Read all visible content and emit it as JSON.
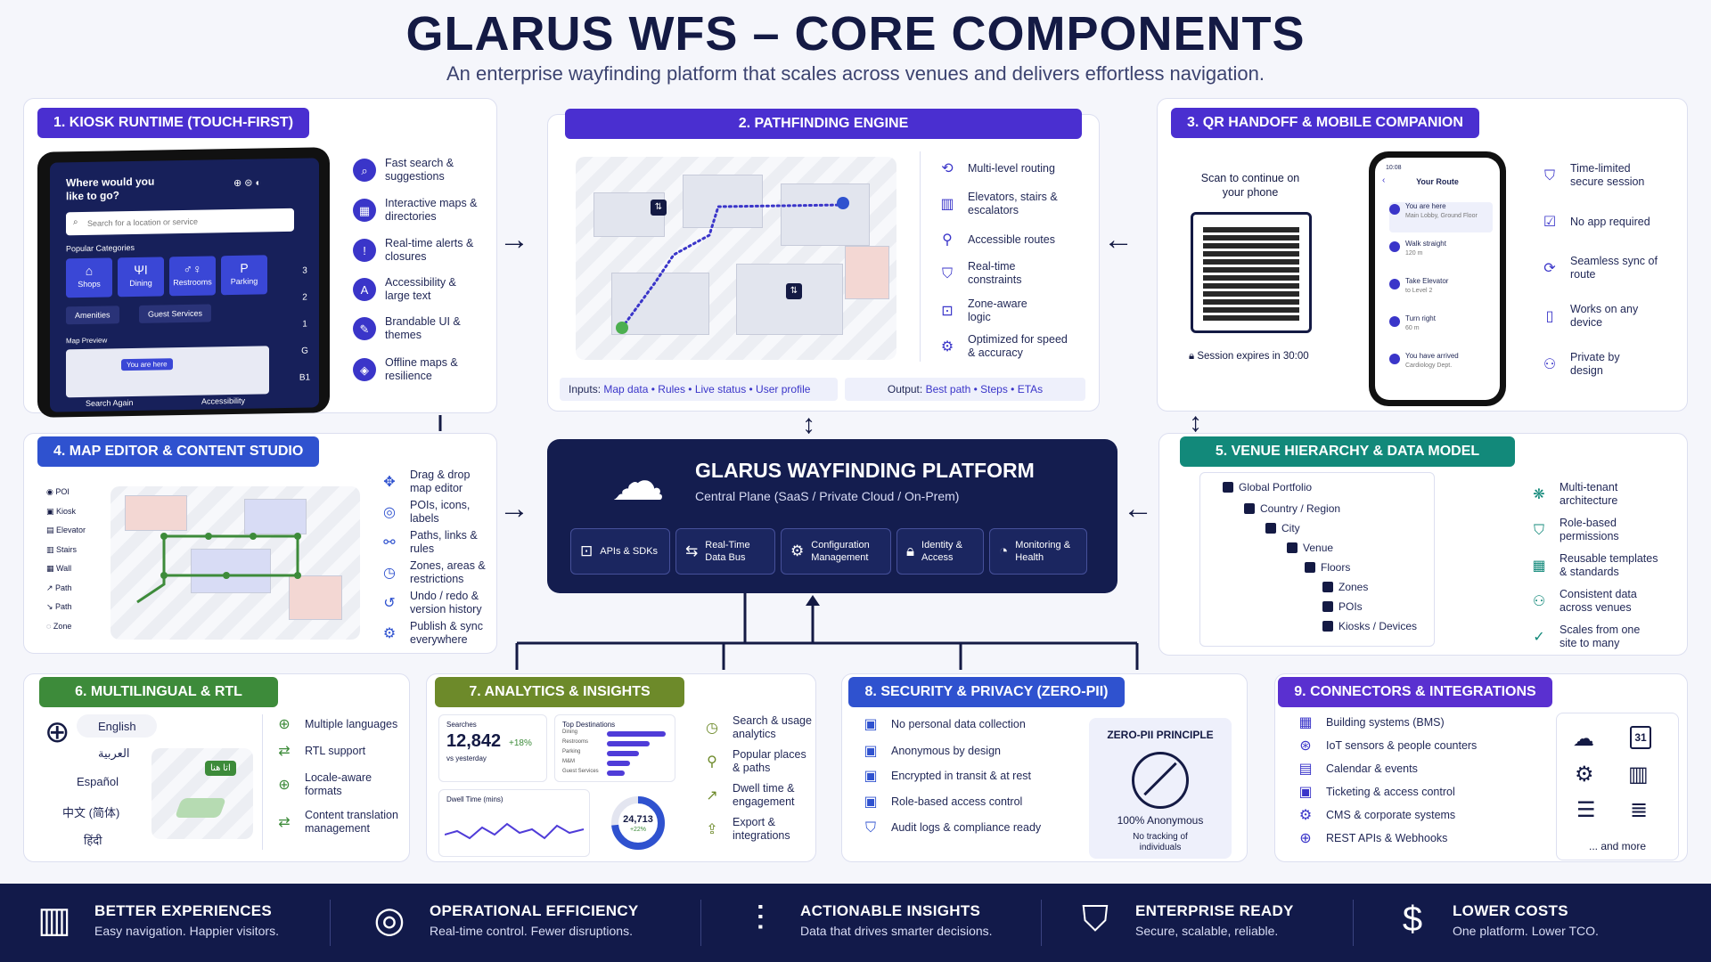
{
  "header": {
    "title": "GLARUS WFS – CORE COMPONENTS",
    "subtitle": "An enterprise wayfinding platform that scales across venues and delivers effortless navigation."
  },
  "kiosk": {
    "tag": "1. KIOSK RUNTIME (TOUCH-FIRST)",
    "screen": {
      "question": "Where would you like to go?",
      "search_placeholder": "Search for a location or service",
      "popular": "Popular Categories",
      "categories": [
        "Shops",
        "Dining",
        "Restrooms",
        "Parking"
      ],
      "floors": [
        "3",
        "2",
        "1",
        "G",
        "B1"
      ],
      "amenities": "Amenities",
      "guest": "Guest Services",
      "map_preview": "Map Preview",
      "you_are_here": "You are here",
      "search_again": "Search Again",
      "accessibility": "Accessibility"
    },
    "features": [
      "Fast search & suggestions",
      "Interactive maps & directories",
      "Real-time alerts & closures",
      "Accessibility & large text",
      "Brandable UI & themes",
      "Offline maps & resilience"
    ]
  },
  "pathfinding": {
    "tag": "2. PATHFINDING ENGINE",
    "features": [
      "Multi-level routing",
      "Elevators, stairs & escalators",
      "Accessible routes",
      "Real-time constraints",
      "Zone-aware logic",
      "Optimized for speed & accuracy"
    ],
    "inputs_label": "Inputs:",
    "inputs_value": "Map data • Rules • Live status • User profile",
    "output_label": "Output:",
    "output_value": "Best path • Steps • ETAs"
  },
  "qr": {
    "tag": "3. QR HANDOFF & MOBILE COMPANION",
    "scan": "Scan to continue on your phone",
    "session": "Session expires in 30:00",
    "phone": {
      "time": "10:08",
      "title": "Your Route",
      "steps": [
        {
          "t": "You are here",
          "s": "Main Lobby, Ground Floor"
        },
        {
          "t": "Walk straight",
          "s": "120 m"
        },
        {
          "t": "Take Elevator",
          "s": "to Level 2"
        },
        {
          "t": "Turn right",
          "s": "60 m"
        },
        {
          "t": "You have arrived",
          "s": "Cardiology Dept."
        }
      ]
    },
    "features": [
      "Time-limited secure session",
      "No app required",
      "Seamless sync of route",
      "Works on any device",
      "Private by design"
    ]
  },
  "editor": {
    "tag": "4. MAP EDITOR & CONTENT STUDIO",
    "legend": [
      "POI",
      "Kiosk",
      "Elevator",
      "Stairs",
      "Wall",
      "Path",
      "Path",
      "Zone"
    ],
    "features": [
      "Drag & drop map editor",
      "POIs, icons, labels",
      "Paths, links & rules",
      "Zones, areas & restrictions",
      "Undo / redo & version history",
      "Publish & sync everywhere"
    ]
  },
  "platform": {
    "title": "GLARUS WAYFINDING PLATFORM",
    "subtitle": "Central Plane (SaaS / Private Cloud / On-Prem)",
    "chips": [
      "APIs & SDKs",
      "Real-Time Data Bus",
      "Configuration Management",
      "Identity & Access",
      "Monitoring & Health"
    ]
  },
  "venue": {
    "tag": "5. VENUE HIERARCHY & DATA MODEL",
    "tree": [
      "Global Portfolio",
      "Country / Region",
      "City",
      "Venue",
      "Floors",
      "Zones",
      "POIs",
      "Kiosks / Devices"
    ],
    "features": [
      "Multi-tenant architecture",
      "Role-based permissions",
      "Reusable templates & standards",
      "Consistent data across venues",
      "Scales from one site to many"
    ]
  },
  "multilingual": {
    "tag": "6. MULTILINGUAL & RTL",
    "languages": [
      "English",
      "العربية",
      "Español",
      "中文 (简体)",
      "हिंदी"
    ],
    "sign": "اتا هنا",
    "features": [
      "Multiple languages",
      "RTL support",
      "Locale-aware formats",
      "Content translation management"
    ]
  },
  "analytics": {
    "tag": "7. ANALYTICS & INSIGHTS",
    "searches_label": "Searches",
    "searches_value": "12,842",
    "searches_delta": "+18%",
    "vs": "vs yesterday",
    "top_label": "Top Destinations",
    "top": [
      {
        "name": "Dining",
        "value": 1.0
      },
      {
        "name": "Restrooms",
        "value": 0.72
      },
      {
        "name": "Parking",
        "value": 0.55
      },
      {
        "name": "M&M",
        "value": 0.4
      },
      {
        "name": "Guest Services",
        "value": 0.3
      }
    ],
    "dwell_label": "Dwell Time (mins)",
    "donut_value": "24,713",
    "donut_delta": "+22%",
    "features": [
      "Search & usage analytics",
      "Popular places & paths",
      "Dwell time & engagement",
      "Export & integrations"
    ]
  },
  "security": {
    "tag": "8. SECURITY & PRIVACY (ZERO-PII)",
    "items": [
      "No personal data collection",
      "Anonymous by design",
      "Encrypted in transit & at rest",
      "Role-based access control",
      "Audit logs & compliance ready"
    ],
    "principle": "ZERO-PII PRINCIPLE",
    "anon": "100% Anonymous",
    "note": "No tracking of individuals"
  },
  "connectors": {
    "tag": "9. CONNECTORS & INTEGRATIONS",
    "items": [
      "Building systems (BMS)",
      "IoT sensors & people counters",
      "Calendar & events",
      "Ticketing & access control",
      "CMS & corporate systems",
      "REST APIs & Webhooks"
    ],
    "more": "... and more",
    "cal": "31"
  },
  "footer": [
    {
      "title": "BETTER EXPERIENCES",
      "text": "Easy navigation. Happier visitors."
    },
    {
      "title": "OPERATIONAL EFFICIENCY",
      "text": "Real-time control. Fewer disruptions."
    },
    {
      "title": "ACTIONABLE INSIGHTS",
      "text": "Data that drives smarter decisions."
    },
    {
      "title": "ENTERPRISE READY",
      "text": "Secure, scalable, reliable."
    },
    {
      "title": "LOWER COSTS",
      "text": "One platform. Lower TCO."
    }
  ],
  "colors": {
    "navy": "#141a44",
    "purple": "#4a2fd0",
    "teal": "#12897a",
    "green": "#3d8b3a",
    "olive": "#6d8a2a",
    "blue": "#2f52cf"
  }
}
